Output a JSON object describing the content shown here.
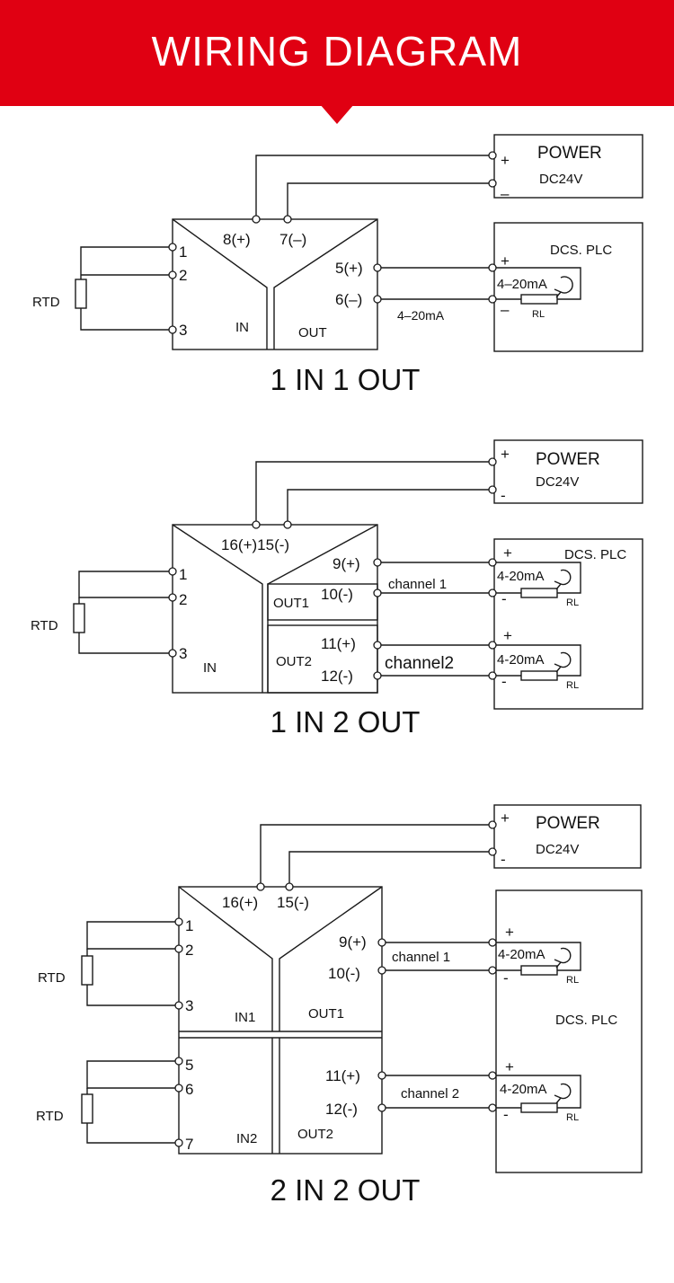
{
  "header": {
    "title": "WIRING DIAGRAM"
  },
  "d1": {
    "caption": "1 IN 1 OUT",
    "power_title": "POWER",
    "power_volt": "DC24V",
    "plus": "+",
    "minus": "–",
    "t8": "8(+)",
    "t7": "7(–)",
    "in1": "1",
    "in2": "2",
    "in3": "3",
    "t5": "5(+)",
    "t6": "6(–)",
    "rtd": "RTD",
    "in_label": "IN",
    "out_label": "OUT",
    "dcs": "DCS. PLC",
    "ma": "4–20mA",
    "rl": "RL",
    "wire_label": "4–20mA"
  },
  "d2": {
    "caption": "1 IN 2 OUT",
    "power_title": "POWER",
    "power_volt": "DC24V",
    "plus": "+",
    "minus": "-",
    "t16_15": "16(+)15(-)",
    "in1": "1",
    "in2": "2",
    "in3": "3",
    "t9": "9(+)",
    "t10": "10(-)",
    "t11": "11(+)",
    "t12": "12(-)",
    "rtd": "RTD",
    "in_label": "IN",
    "out1": "OUT1",
    "out2": "OUT2",
    "dcs": "DCS. PLC",
    "ch1": "channel 1",
    "ch2": "channel2",
    "ma": "4-20mA",
    "rl": "RL"
  },
  "d3": {
    "caption": "2 IN 2 OUT",
    "power_title": "POWER",
    "power_volt": "DC24V",
    "plus": "+",
    "minus": "-",
    "t16": "16(+)",
    "t15": "15(-)",
    "in1": "1",
    "in2": "2",
    "in3": "3",
    "in5": "5",
    "in6": "6",
    "in7": "7",
    "t9": "9(+)",
    "t10": "10(-)",
    "t11": "11(+)",
    "t12": "12(-)",
    "rtd1": "RTD",
    "rtd2": "RTD",
    "in1_label": "IN1",
    "in2_label": "IN2",
    "out1": "OUT1",
    "out2": "OUT2",
    "dcs": "DCS. PLC",
    "ch1": "channel 1",
    "ch2": "channel 2",
    "ma": "4-20mA",
    "rl": "RL"
  }
}
